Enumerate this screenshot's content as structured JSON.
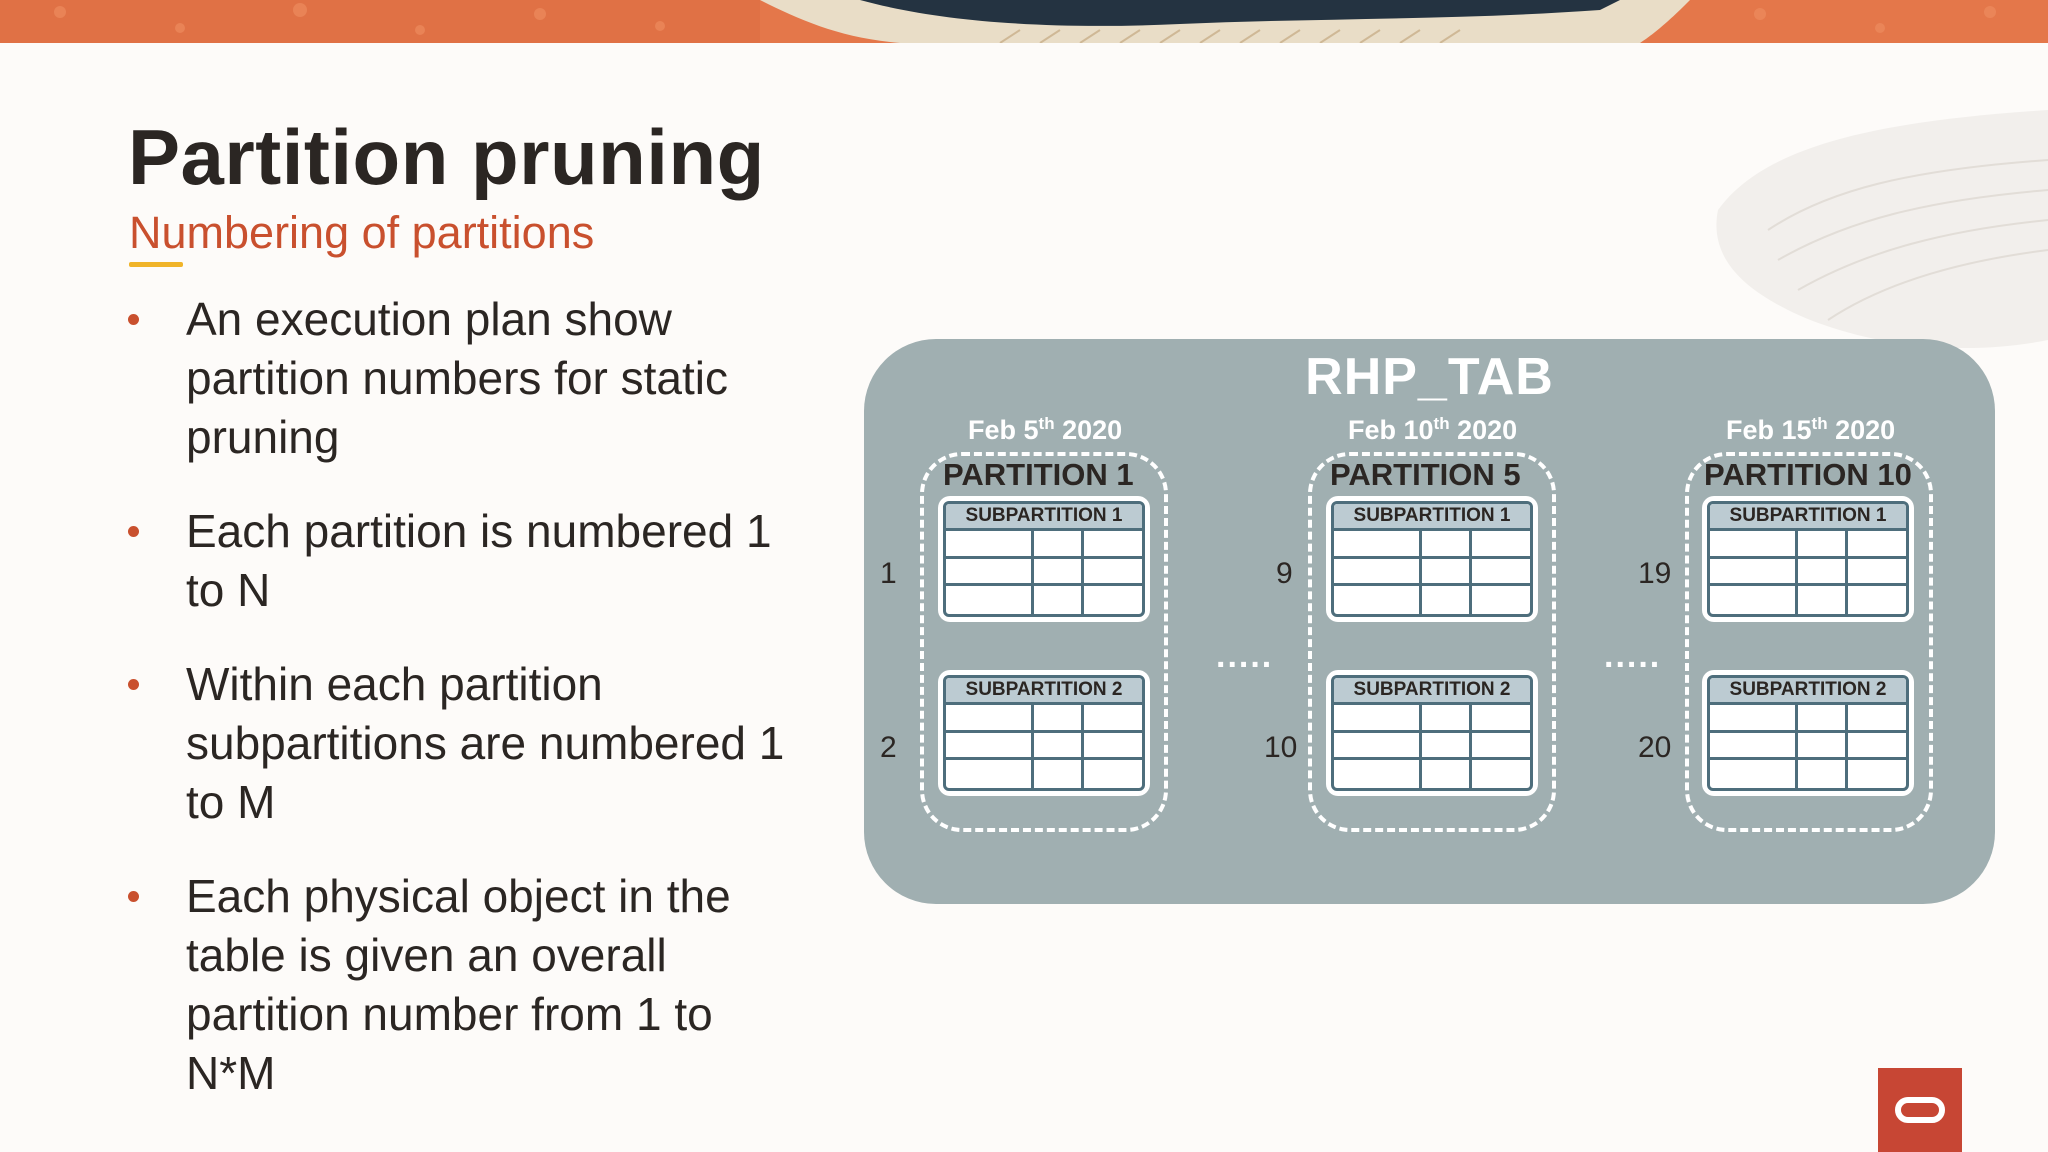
{
  "slide": {
    "title": "Partition pruning",
    "subtitle": "Numbering of partitions",
    "bullets": [
      "An execution plan show partition numbers for static pruning",
      "Each partition is numbered 1 to N",
      "Within each partition subpartitions are numbered 1 to M",
      "Each physical object in the table is given an overall partition number from 1 to N*M"
    ]
  },
  "diagram": {
    "table_name": "RHP_TAB",
    "partitions": [
      {
        "date_prefix": "Feb 5",
        "date_suffix": "th",
        "date_year": "2020",
        "label": "PARTITION 1",
        "sub1_label": "SUBPARTITION 1",
        "sub2_label": "SUBPARTITION 2",
        "num1": "1",
        "num2": "2"
      },
      {
        "date_prefix": "Feb 10",
        "date_suffix": "th",
        "date_year": "2020",
        "label": "PARTITION 5",
        "sub1_label": "SUBPARTITION 1",
        "sub2_label": "SUBPARTITION 2",
        "num1": "9",
        "num2": "10"
      },
      {
        "date_prefix": "Feb 15",
        "date_suffix": "th",
        "date_year": "2020",
        "label": "PARTITION 10",
        "sub1_label": "SUBPARTITION 1",
        "sub2_label": "SUBPARTITION 2",
        "num1": "19",
        "num2": "20"
      }
    ],
    "ellipsis": "....."
  },
  "colors": {
    "accent": "#c9502e",
    "underline": "#f0b429",
    "panel": "#a0afb1",
    "grid_line": "#4e6e7c",
    "logo": "#c74634",
    "banner": "#e4774a"
  },
  "icons": {
    "logo": "oracle-logo-icon"
  }
}
